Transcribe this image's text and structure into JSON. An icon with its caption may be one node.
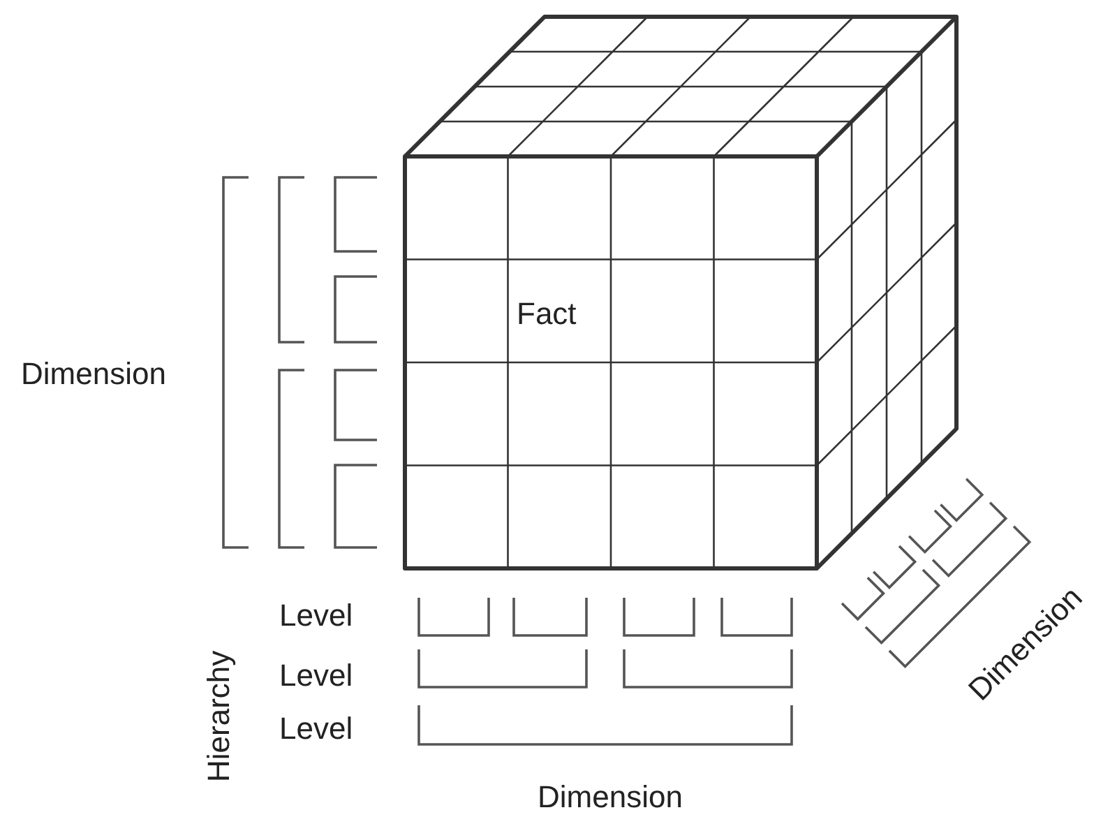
{
  "diagram": {
    "labels": [
      "Fact",
      "Dimension",
      "Hierarchy",
      "Level",
      "Level",
      "Level",
      "Dimension",
      "Dimension"
    ]
  }
}
